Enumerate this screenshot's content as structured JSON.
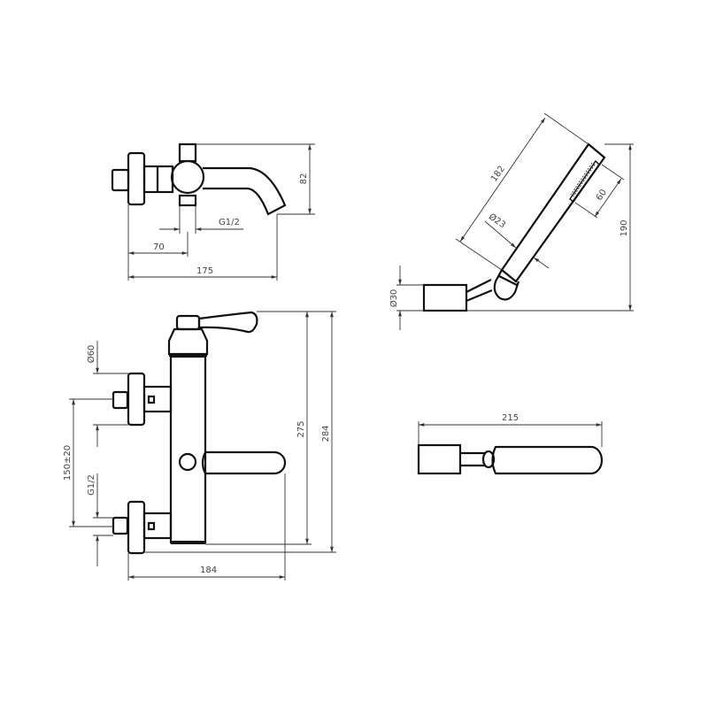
{
  "title": "Bath mixer with hand shower — technical drawing",
  "top_view": {
    "height": "82",
    "thread": "G1/2",
    "axis_offset": "70",
    "length": "175"
  },
  "front_view": {
    "rosette_dia": "Ø60",
    "center_distance": "150±20",
    "thread": "G1/2",
    "width": "184",
    "height_body": "275",
    "height_total": "284"
  },
  "hand_shower": {
    "length": "182",
    "handle_dia": "Ø23",
    "spray_length": "60",
    "height": "190",
    "holder_dia": "Ø30"
  },
  "shower_top_view": {
    "length": "215"
  },
  "colors": {
    "line": "#111111",
    "dimension": "#333333"
  }
}
